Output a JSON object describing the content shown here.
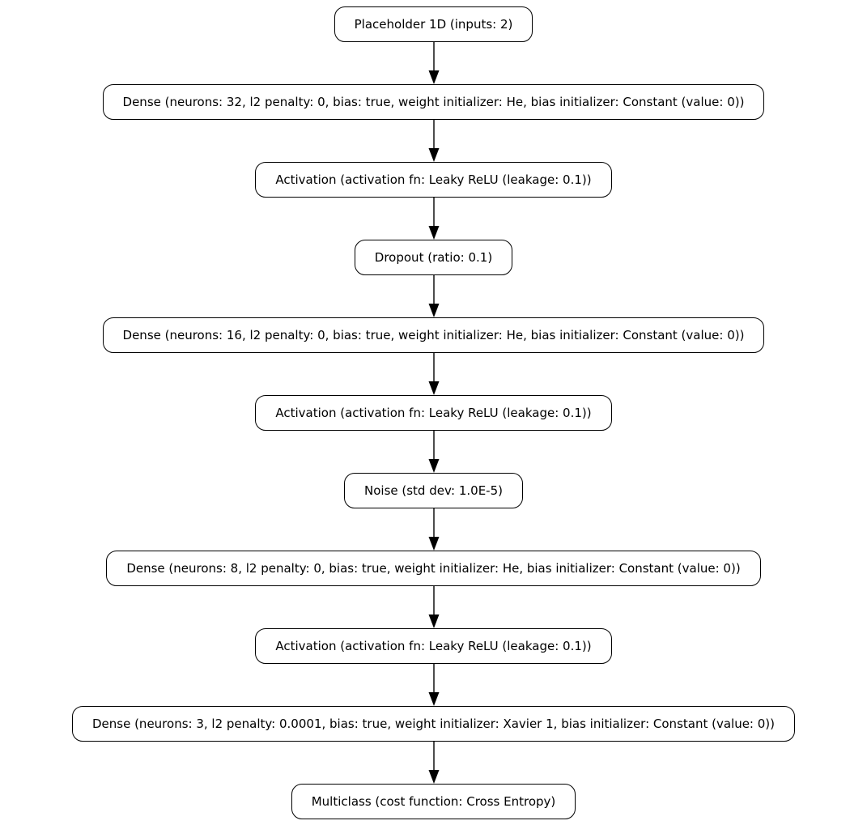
{
  "diagram": {
    "background": "#ffffff",
    "node_fill": "#ffffff",
    "node_border_color": "#000000",
    "text_color": "#000000",
    "arrow_color": "#000000",
    "direction": "top-to-bottom",
    "nodes": [
      {
        "id": "placeholder-1d",
        "type": "Placeholder 1D",
        "label": "Placeholder 1D (inputs: 2)"
      },
      {
        "id": "dense-1",
        "type": "Dense",
        "label": "Dense (neurons: 32, l2 penalty: 0, bias: true, weight initializer: He, bias initializer: Constant (value: 0))"
      },
      {
        "id": "activation-1",
        "type": "Activation",
        "label": "Activation (activation fn: Leaky ReLU (leakage: 0.1))"
      },
      {
        "id": "dropout-1",
        "type": "Dropout",
        "label": "Dropout (ratio: 0.1)"
      },
      {
        "id": "dense-2",
        "type": "Dense",
        "label": "Dense (neurons: 16, l2 penalty: 0, bias: true, weight initializer: He, bias initializer: Constant (value: 0))"
      },
      {
        "id": "activation-2",
        "type": "Activation",
        "label": "Activation (activation fn: Leaky ReLU (leakage: 0.1))"
      },
      {
        "id": "noise-1",
        "type": "Noise",
        "label": "Noise (std dev: 1.0E-5)"
      },
      {
        "id": "dense-3",
        "type": "Dense",
        "label": "Dense (neurons: 8, l2 penalty: 0, bias: true, weight initializer: He, bias initializer: Constant (value: 0))"
      },
      {
        "id": "activation-3",
        "type": "Activation",
        "label": "Activation (activation fn: Leaky ReLU (leakage: 0.1))"
      },
      {
        "id": "dense-4",
        "type": "Dense",
        "label": "Dense (neurons: 3, l2 penalty: 0.0001, bias: true, weight initializer: Xavier 1, bias initializer: Constant (value: 0))"
      },
      {
        "id": "multiclass",
        "type": "Multiclass",
        "label": "Multiclass (cost function: Cross Entropy)"
      }
    ],
    "edges": [
      {
        "from": "placeholder-1d",
        "to": "dense-1"
      },
      {
        "from": "dense-1",
        "to": "activation-1"
      },
      {
        "from": "activation-1",
        "to": "dropout-1"
      },
      {
        "from": "dropout-1",
        "to": "dense-2"
      },
      {
        "from": "dense-2",
        "to": "activation-2"
      },
      {
        "from": "activation-2",
        "to": "noise-1"
      },
      {
        "from": "noise-1",
        "to": "dense-3"
      },
      {
        "from": "dense-3",
        "to": "activation-3"
      },
      {
        "from": "activation-3",
        "to": "dense-4"
      },
      {
        "from": "dense-4",
        "to": "multiclass"
      }
    ]
  }
}
